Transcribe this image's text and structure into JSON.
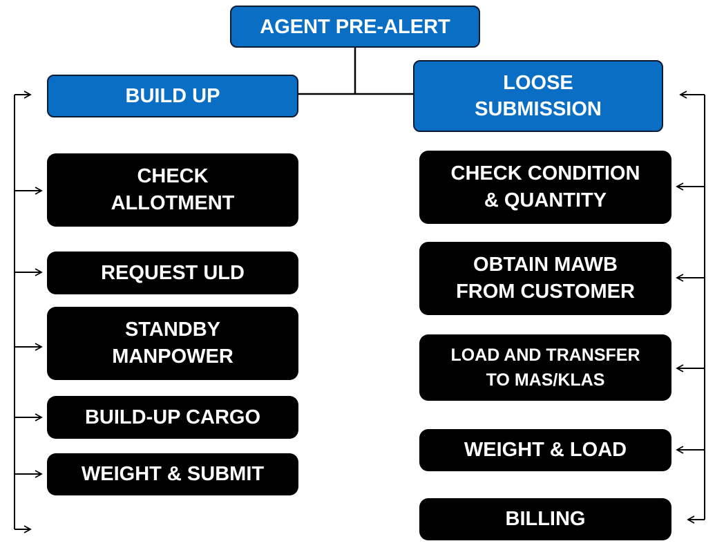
{
  "root": {
    "label": "AGENT PRE-ALERT"
  },
  "left": {
    "header": "BUILD UP",
    "steps": [
      {
        "label": "CHECK\nALLOTMENT"
      },
      {
        "label": "REQUEST ULD"
      },
      {
        "label": "STANDBY\nMANPOWER"
      },
      {
        "label": "BUILD-UP CARGO"
      },
      {
        "label": "WEIGHT & SUBMIT"
      }
    ]
  },
  "right": {
    "header": "LOOSE\nSUBMISSION",
    "steps": [
      {
        "label": "CHECK CONDITION\n& QUANTITY"
      },
      {
        "label": "OBTAIN  MAWB\nFROM CUSTOMER"
      },
      {
        "label": "LOAD AND TRANSFER\nTO MAS/KLAS"
      },
      {
        "label": "WEIGHT & LOAD"
      },
      {
        "label": "BILLING"
      }
    ]
  },
  "colors": {
    "header_fill": "#0a6fc4",
    "step_fill": "#000000",
    "text": "#ffffff",
    "line": "#000000"
  }
}
